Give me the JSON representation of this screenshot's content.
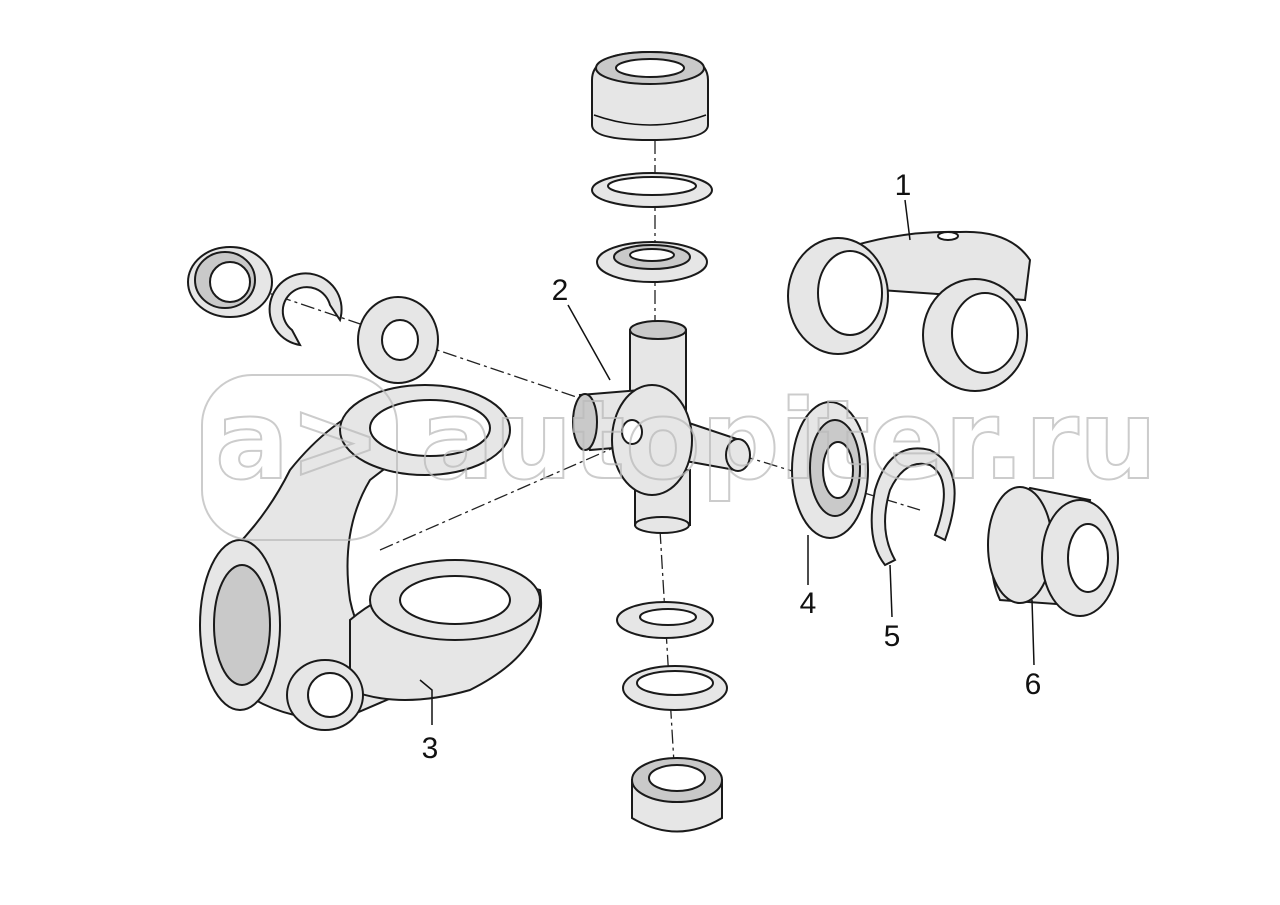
{
  "diagram": {
    "title": "Universal joint exploded view",
    "callouts": [
      "1",
      "2",
      "3",
      "4",
      "5",
      "6"
    ]
  },
  "watermark": {
    "logo": "a>",
    "text": "autopiter.ru"
  },
  "colors": {
    "line": "#1a1a1a",
    "fill": "#e6e6e6",
    "watermark": "#bbbbbb"
  }
}
